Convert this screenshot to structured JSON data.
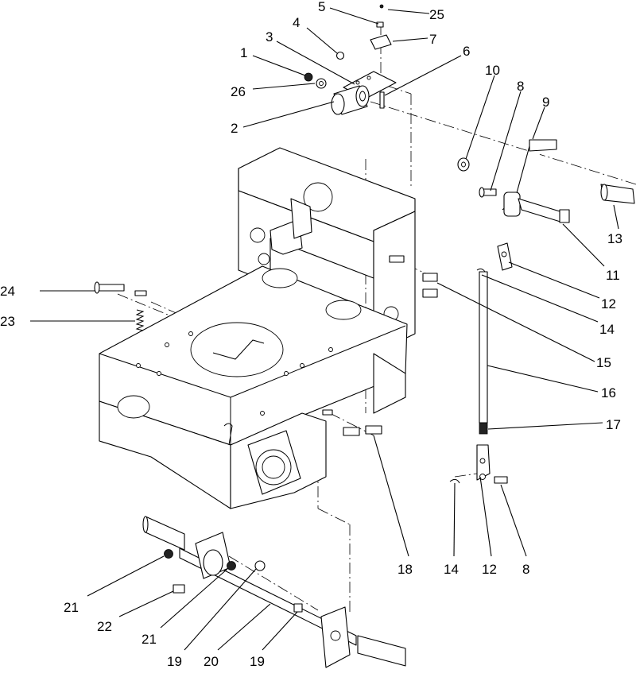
{
  "callouts": [
    {
      "id": "c5",
      "text": "5"
    },
    {
      "id": "c25",
      "text": "25"
    },
    {
      "id": "c4",
      "text": "4"
    },
    {
      "id": "c7",
      "text": "7"
    },
    {
      "id": "c3",
      "text": "3"
    },
    {
      "id": "c1",
      "text": "1"
    },
    {
      "id": "c6",
      "text": "6"
    },
    {
      "id": "c10",
      "text": "10"
    },
    {
      "id": "c8a",
      "text": "8"
    },
    {
      "id": "c9",
      "text": "9"
    },
    {
      "id": "c26",
      "text": "26"
    },
    {
      "id": "c2",
      "text": "2"
    },
    {
      "id": "c13",
      "text": "13"
    },
    {
      "id": "c11",
      "text": "11"
    },
    {
      "id": "c24",
      "text": "24"
    },
    {
      "id": "c12a",
      "text": "12"
    },
    {
      "id": "c23",
      "text": "23"
    },
    {
      "id": "c14a",
      "text": "14"
    },
    {
      "id": "c15",
      "text": "15"
    },
    {
      "id": "c16",
      "text": "16"
    },
    {
      "id": "c17",
      "text": "17"
    },
    {
      "id": "c18",
      "text": "18"
    },
    {
      "id": "c14b",
      "text": "14"
    },
    {
      "id": "c12b",
      "text": "12"
    },
    {
      "id": "c8b",
      "text": "8"
    },
    {
      "id": "c21a",
      "text": "21"
    },
    {
      "id": "c22",
      "text": "22"
    },
    {
      "id": "c21b",
      "text": "21"
    },
    {
      "id": "c19a",
      "text": "19"
    },
    {
      "id": "c20",
      "text": "20"
    },
    {
      "id": "c19b",
      "text": "19"
    }
  ]
}
